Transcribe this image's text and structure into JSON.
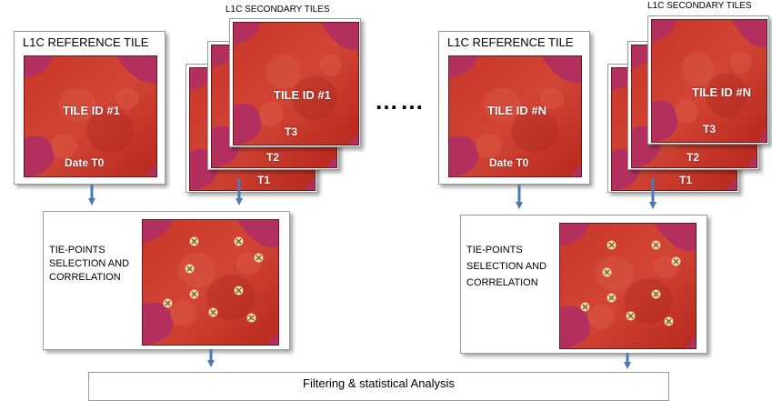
{
  "left": {
    "reference_label": "L1C REFERENCE TILE",
    "reference_tile_id": "TILE ID #1",
    "reference_date": "Date T0",
    "secondary_label": "L1C SECONDARY TILES",
    "secondary_tile_id": "TILE ID #1",
    "t3": "T3",
    "t2": "T2",
    "t1": "T1",
    "tiepoints_line1": "TIE-POINTS",
    "tiepoints_line2": "SELECTION AND",
    "tiepoints_line3": "CORRELATION"
  },
  "ellipsis": "……",
  "right": {
    "reference_label": "L1C REFERENCE TILE",
    "reference_tile_id": "TILE ID #N",
    "reference_date": "Date T0",
    "secondary_label": "L1C SECONDARY TILES",
    "secondary_tile_id": "TILE ID #N",
    "t3": "T3",
    "t2": "T2",
    "t1": "T1",
    "tiepoints_line1": "TIE-POINTS",
    "tiepoints_line2": "SELECTION AND",
    "tiepoints_line3": "CORRELATION"
  },
  "bottom": {
    "label": "Filtering & statistical Analysis"
  },
  "colors": {
    "arrow": "#4a7ab5",
    "tile_red": "#c83228",
    "tile_purple": "#b0305a",
    "marker": "#f0e0b0"
  }
}
